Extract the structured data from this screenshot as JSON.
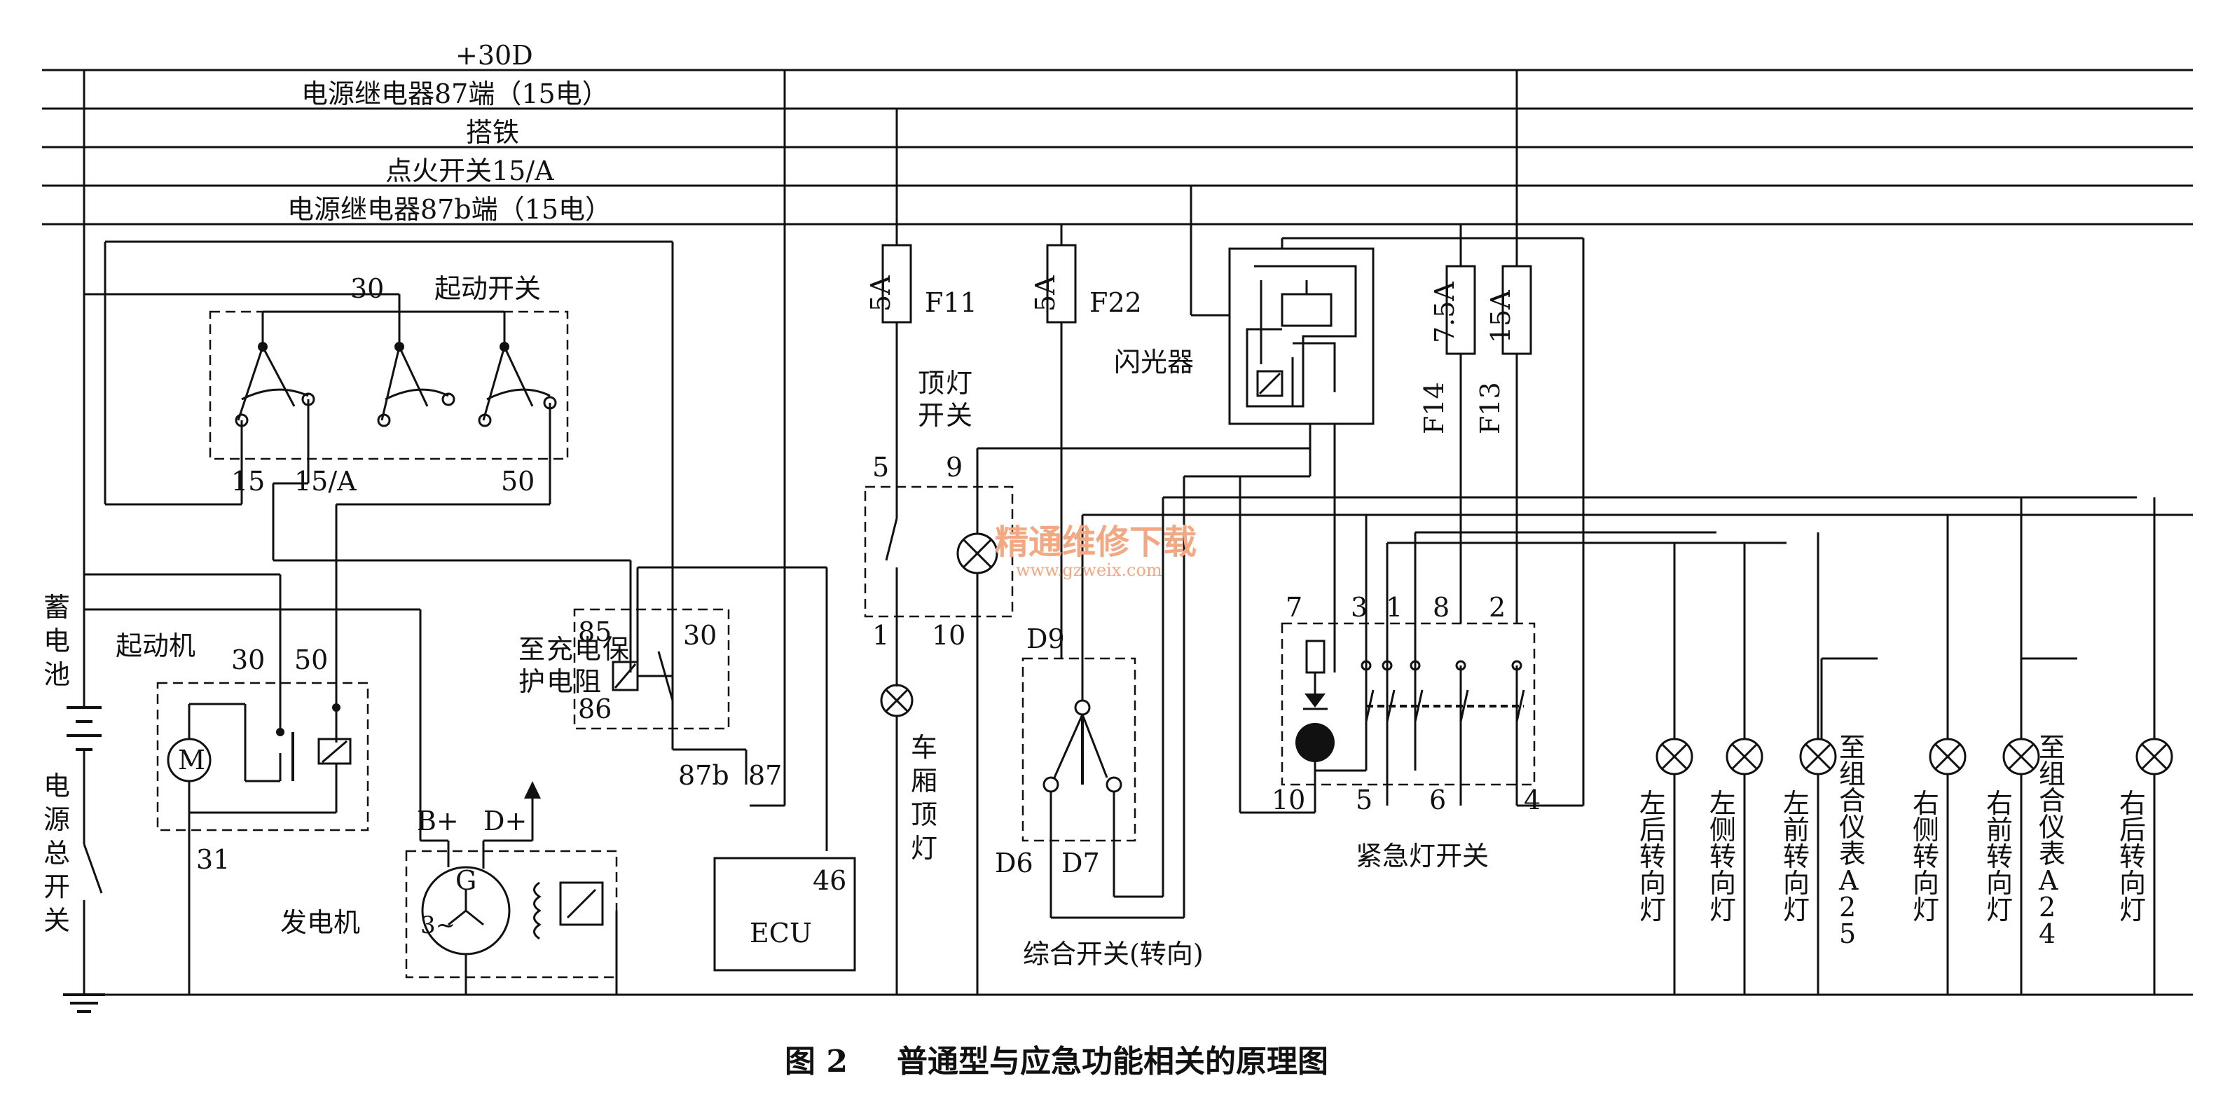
{
  "bus_lines": {
    "plus_30d": "+30D",
    "relay_87": "电源继电器87端（15电）",
    "ground": "搭铁",
    "ignition_15a": "点火开关15/A",
    "relay_87b": "电源继电器87b端（15电）"
  },
  "start_switch": {
    "title": "起动开关",
    "pin_30": "30",
    "pin_15": "15",
    "pin_15a": "15/A",
    "pin_50": "50"
  },
  "battery": {
    "label": "蓄电池"
  },
  "main_switch": {
    "label": "电源总开关"
  },
  "starter": {
    "title": "起动机",
    "pin_30": "30",
    "pin_50": "50",
    "pin_31": "31",
    "motor_symbol": "M"
  },
  "alternator": {
    "title": "发电机",
    "pin_b": "B+",
    "pin_d": "D+",
    "g_symbol": "G",
    "phase_symbol": "3~",
    "note": "至充电保护电阻"
  },
  "relay": {
    "pin_85": "85",
    "pin_86": "86",
    "pin_30": "30",
    "pin_87b": "87b",
    "pin_87": "87"
  },
  "ecu": {
    "label": "ECU",
    "pin": "46"
  },
  "fuse_f11": {
    "rating": "5A",
    "name": "F11"
  },
  "fuse_f22": {
    "rating": "5A",
    "name": "F22"
  },
  "fuse_f14": {
    "rating": "7.5A",
    "name": "F14"
  },
  "fuse_f13": {
    "rating": "15A",
    "name": "F13"
  },
  "dome_switch": {
    "title": "顶灯开关",
    "pin_5": "5",
    "pin_9": "9",
    "pin_1": "1",
    "pin_10": "10"
  },
  "cabin_lamp": {
    "label": "车厢顶灯"
  },
  "flasher": {
    "label": "闪光器"
  },
  "combo_switch": {
    "title": "综合开关(转向)",
    "pin_d9": "D9",
    "pin_d6": "D6",
    "pin_d7": "D7"
  },
  "hazard_switch": {
    "title": "紧急灯开关",
    "pin_7": "7",
    "pin_3": "3",
    "pin_1": "1",
    "pin_8": "8",
    "pin_2": "2",
    "pin_10": "10",
    "pin_5": "5",
    "pin_6": "6",
    "pin_4": "4"
  },
  "loads": [
    "左后转向灯",
    "左侧转向灯",
    "左前转向灯",
    "至组合仪表A25",
    "右侧转向灯",
    "右前转向灯",
    "至组合仪表A24",
    "右后转向灯"
  ],
  "watermark": {
    "line1": "精通维修下载",
    "line2": "www.gzweix.com"
  },
  "caption": {
    "number": "图 2",
    "text": "普通型与应急功能相关的原理图"
  }
}
